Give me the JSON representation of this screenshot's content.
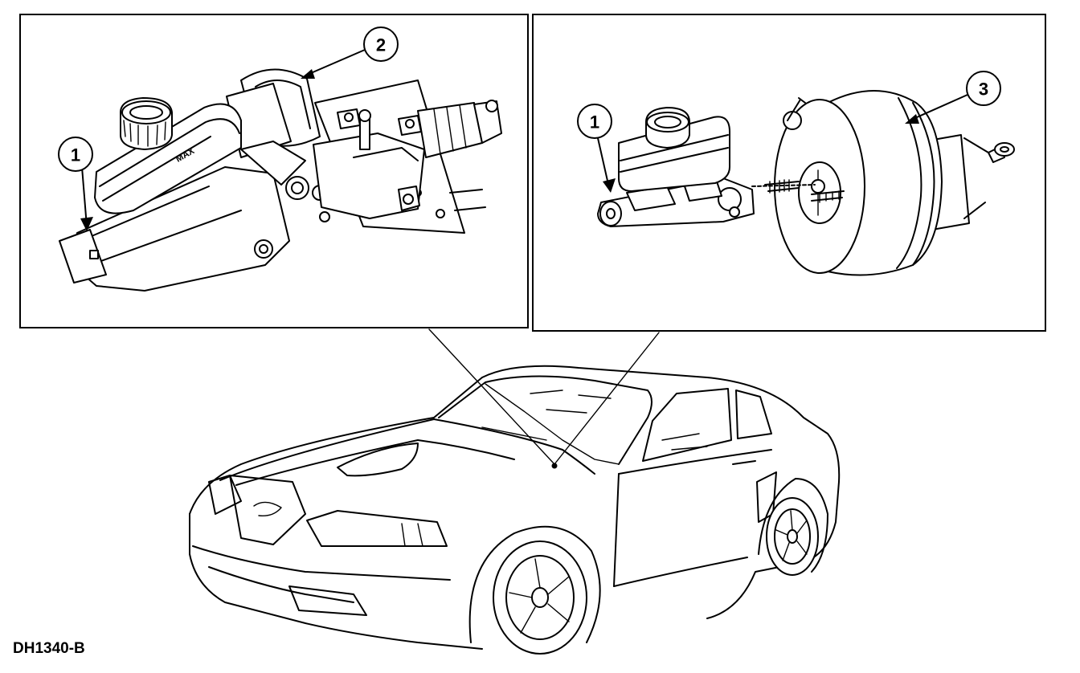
{
  "figure_id": "DH1340-B",
  "callouts": [
    {
      "id": "callout-1-left",
      "label": "1"
    },
    {
      "id": "callout-2",
      "label": "2"
    },
    {
      "id": "callout-1-right",
      "label": "1"
    },
    {
      "id": "callout-3",
      "label": "3"
    }
  ],
  "reservoir_marking": "MAX",
  "icons": [
    "master-cylinder",
    "brake-booster",
    "vehicle-coupe"
  ]
}
